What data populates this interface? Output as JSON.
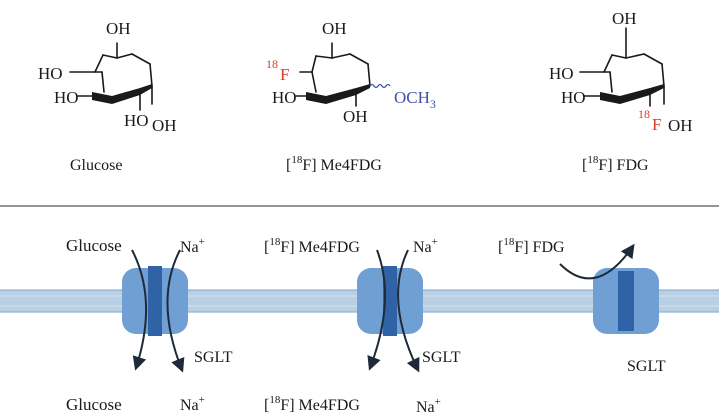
{
  "molecules": {
    "glucose": {
      "name": "Glucose",
      "oh_top": "OH",
      "ho_left_upper": "HO",
      "ho_left_lower": "HO",
      "ho_bottom": "HO",
      "oh_right": "OH"
    },
    "me4fdg": {
      "name_sup": "18",
      "name_bracket_open": "[",
      "name_rest": "F] Me4FDG",
      "oh_top": "OH",
      "f_sup": "18",
      "f_label": "F",
      "ho_left": "HO",
      "oh_bottom": "OH",
      "och3_prefix": "OCH",
      "och3_sub": "3"
    },
    "fdg": {
      "name_sup": "18",
      "name_bracket_open": "[",
      "name_rest": "F] FDG",
      "oh_top": "OH",
      "ho_left_upper": "HO",
      "ho_left_lower": "HO",
      "f_sup": "18",
      "f_label": "F",
      "oh_right": "OH"
    }
  },
  "transport": {
    "left": {
      "top_substrate": "Glucose",
      "top_ion_base": "Na",
      "top_ion_charge": "+",
      "bottom_substrate": "Glucose",
      "bottom_ion_base": "Na",
      "bottom_ion_charge": "+",
      "transporter_label": "SGLT"
    },
    "middle": {
      "top_sup": "18",
      "top_open": "[",
      "top_rest": "F] Me4FDG",
      "top_ion_base": "Na",
      "top_ion_charge": "+",
      "bottom_sup": "18",
      "bottom_open": "[",
      "bottom_rest": "F] Me4FDG",
      "bottom_ion_base": "Na",
      "bottom_ion_charge": "+",
      "transporter_label": "SGLT"
    },
    "right": {
      "top_sup": "18",
      "top_open": "[",
      "top_rest": "F] FDG",
      "transporter_label": "SGLT"
    }
  },
  "colors": {
    "text": "#1a1a1a",
    "fluorine": "#d93a2b",
    "methoxy": "#3f51a8",
    "membrane": "#b9cfe4",
    "membrane_line": "#8eb2d6",
    "transporter_outer": "#6f9fd3",
    "transporter_inner": "#2f63a6",
    "arrow": "#1f2a38"
  }
}
